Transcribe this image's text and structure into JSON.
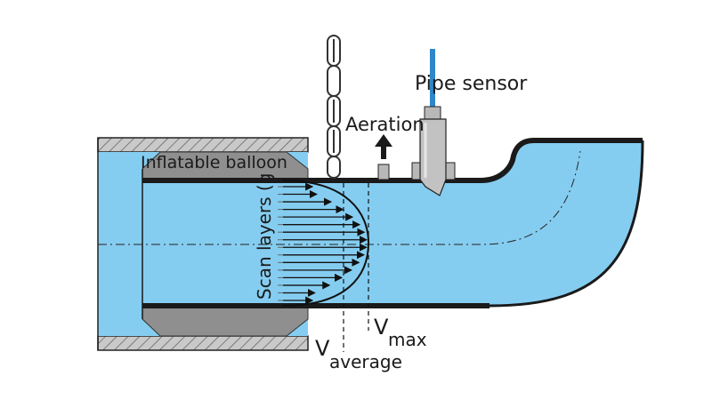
{
  "labels": {
    "pipe_sensor": "Pipe sensor",
    "aeration": "Aeration",
    "balloon": "Inflatable balloon",
    "scan_layers": "Scan layers (g",
    "v_max_main": "V",
    "v_max_sub": "max",
    "v_avg_main": "V",
    "v_avg_sub": "average"
  },
  "colors": {
    "water": "#85cdf0",
    "pipe_wall": "#1a1a1a",
    "hatch_fill": "#bdbdbd",
    "balloon": "#8f8f8f",
    "sensor_cable": "#2f86c8",
    "sensor_body": "#b8b8b8"
  },
  "icons": {
    "chain": "chain-icon",
    "aeration_arrow": "arrow-up-icon"
  }
}
